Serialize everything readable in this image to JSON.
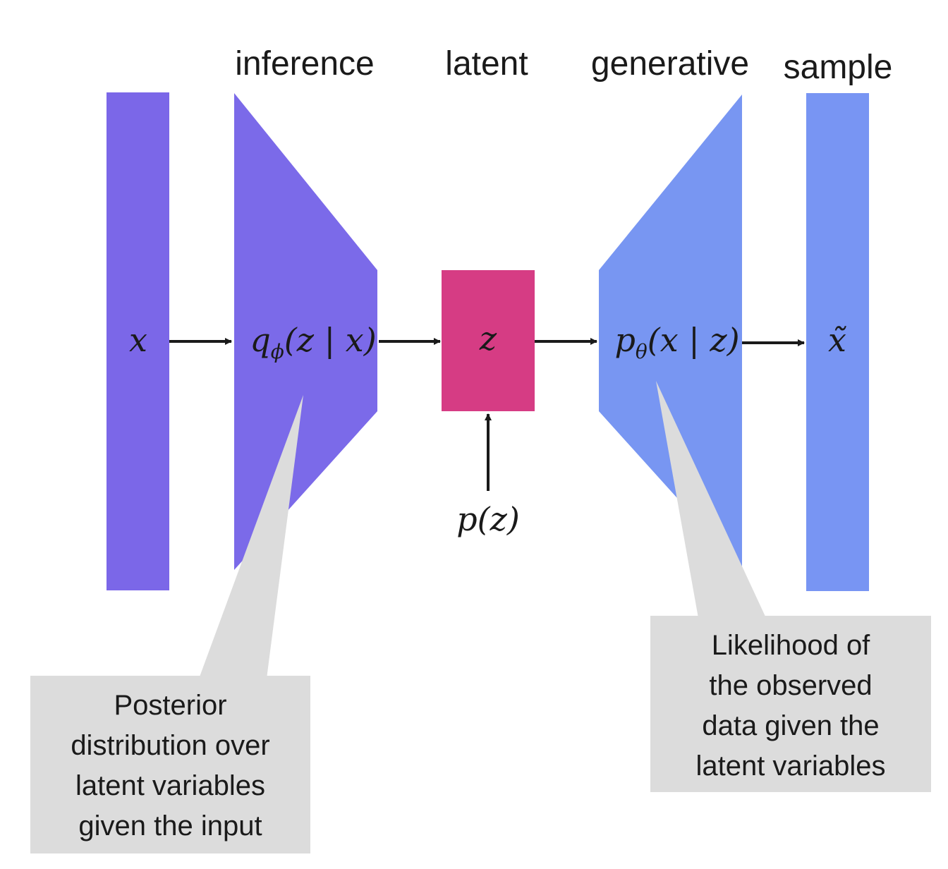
{
  "headers": {
    "inference": "inference",
    "latent": "latent",
    "generative": "generative",
    "sample": "sample"
  },
  "math": {
    "x": "x",
    "q_base": "q",
    "q_sub": "ϕ",
    "q_args": "(z | x)",
    "z": "z",
    "p_base": "p",
    "p_sub": "θ",
    "p_args": "(x | z)",
    "x_tilde": "x̃",
    "prior": "p(z)"
  },
  "callouts": {
    "posterior": "Posterior\ndistribution over\nlatent variables\ngiven the input",
    "likelihood": "Likelihood of\nthe observed\ndata given the\nlatent variables"
  },
  "colors": {
    "input_bar": "#7b67e8",
    "encoder": "#7b6ae9",
    "latent_box": "#d63c84",
    "decoder": "#7896f2",
    "sample_bar": "#7895f3",
    "callout_bg": "#dcdcdc",
    "arrow": "#1a1a1a"
  }
}
